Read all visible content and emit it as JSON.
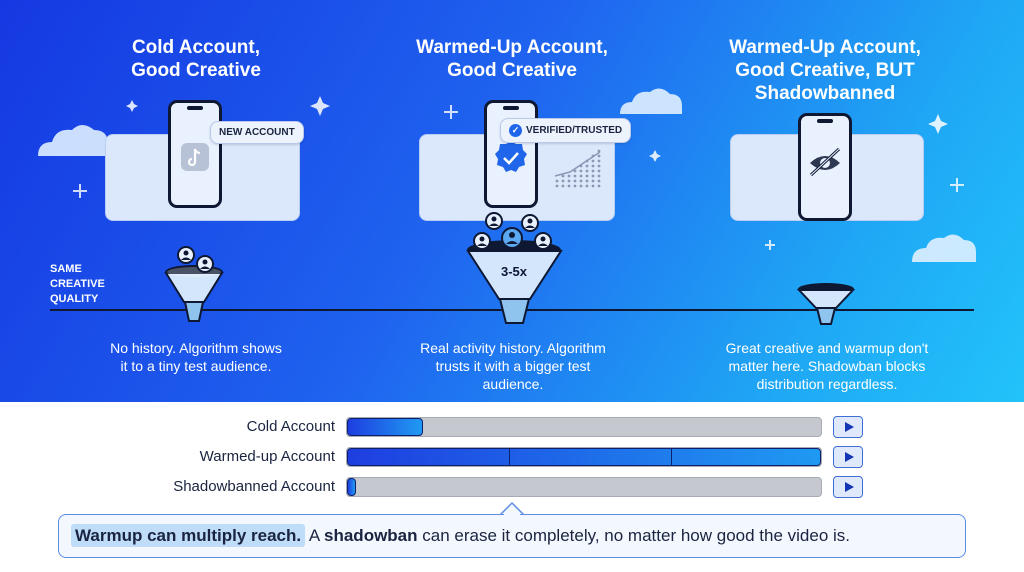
{
  "columns": [
    {
      "title_lines": [
        "Cold Account,",
        "Good Creative"
      ],
      "badge": "NEW ACCOUNT",
      "description_lines": [
        "No history. Algorithm shows",
        "it to a tiny test audience."
      ]
    },
    {
      "title_lines": [
        "Warmed-Up Account,",
        "Good Creative"
      ],
      "badge": "VERIFIED/TRUSTED",
      "funnel_label": "3-5x",
      "description_lines": [
        "Real activity history. Algorithm",
        "trusts it with a bigger test",
        "audience."
      ]
    },
    {
      "title_lines": [
        "Warmed-Up Account,",
        "Good Creative, BUT",
        "Shadowbanned"
      ],
      "description_lines": [
        "Great creative and warmup don't",
        "matter here. Shadowban blocks",
        "distribution regardless."
      ]
    }
  ],
  "same_quality_lines": [
    "SAME",
    "CREATIVE",
    "QUALITY"
  ],
  "reach_bars": [
    {
      "label": "Cold Account",
      "fill": 0.16
    },
    {
      "label": "Warmed-up Account",
      "fill": 1.0
    },
    {
      "label": "Shadowbanned Account",
      "fill": 0.02
    }
  ],
  "callout": {
    "highlight": "Warmup can multiply reach.",
    "text1": " A ",
    "bold": "shadowban",
    "text2": " can erase it completely, no matter how good the video is."
  },
  "colors": {
    "accent": "#1f66ea",
    "dark": "#0e1833",
    "track": "#c5c8ce"
  }
}
